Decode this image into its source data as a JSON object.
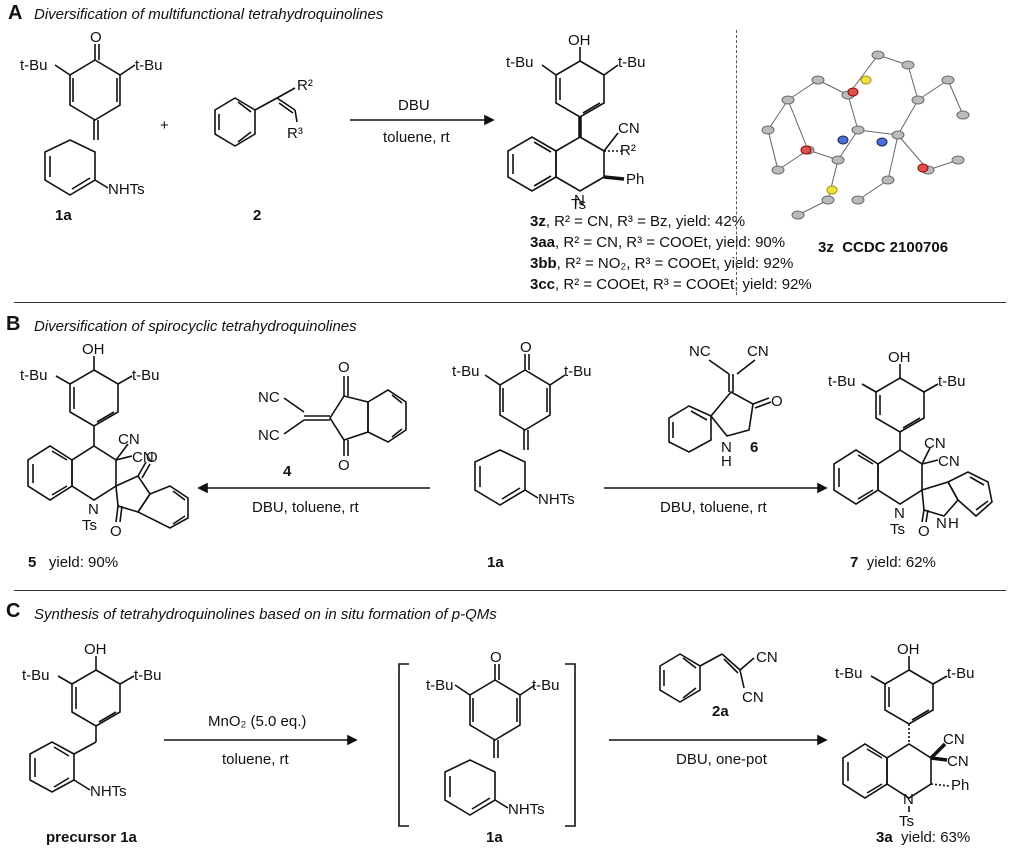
{
  "section_a": {
    "letter": "A",
    "title": "Diversification of multifunctional tetrahydroquinolines",
    "reactant1_label": "1a",
    "reactant2_label": "2",
    "plus": "+",
    "reagent": "DBU",
    "conditions": "toluene, rt",
    "crystal_caption_bold": "3z",
    "crystal_caption": "CCDC 2100706",
    "yields": [
      {
        "id": "3z",
        "text": ", R² = CN, R³ = Bz,  yield: 42%"
      },
      {
        "id": "3aa",
        "text": ", R² = CN, R³ = COOEt,  yield: 90%"
      },
      {
        "id": "3bb",
        "text": ", R² = NO₂, R³ = COOEt,  yield: 92%"
      },
      {
        "id": "3cc",
        "text": ", R² = COOEt, R³ = COOEt,  yield: 92%"
      }
    ]
  },
  "section_b": {
    "letter": "B",
    "title": "Diversification of spirocyclic tetrahydroquinolines",
    "left_reagent_label": "4",
    "left_conditions": "DBU, toluene, rt",
    "right_reagent_label": "6",
    "right_conditions": "DBU, toluene, rt",
    "center_label": "1a",
    "left_product_id": "5",
    "left_product_yield": "yield: 90%",
    "right_product_id": "7",
    "right_product_yield": "yield: 62%"
  },
  "section_c": {
    "letter": "C",
    "title": "Synthesis of tetrahydroquinolines based on in situ formation of p-QMs",
    "precursor_label": "precursor  1a",
    "intermediate_label": "1a",
    "step1_reagent": "MnO₂ (5.0 eq.)",
    "step1_conditions": "toluene, rt",
    "step2_reagent_label": "2a",
    "step2_conditions": "DBU, one-pot",
    "product_id": "3a",
    "product_yield": "yield: 63%"
  },
  "atom_labels": {
    "o": "O",
    "oh": "OH",
    "tbu": "t-Bu",
    "nhts": "NHTs",
    "cn": "CN",
    "nc": "NC",
    "n": "N",
    "ts": "Ts",
    "ph": "Ph",
    "r2": "R²",
    "r3": "R³",
    "h": "H"
  }
}
